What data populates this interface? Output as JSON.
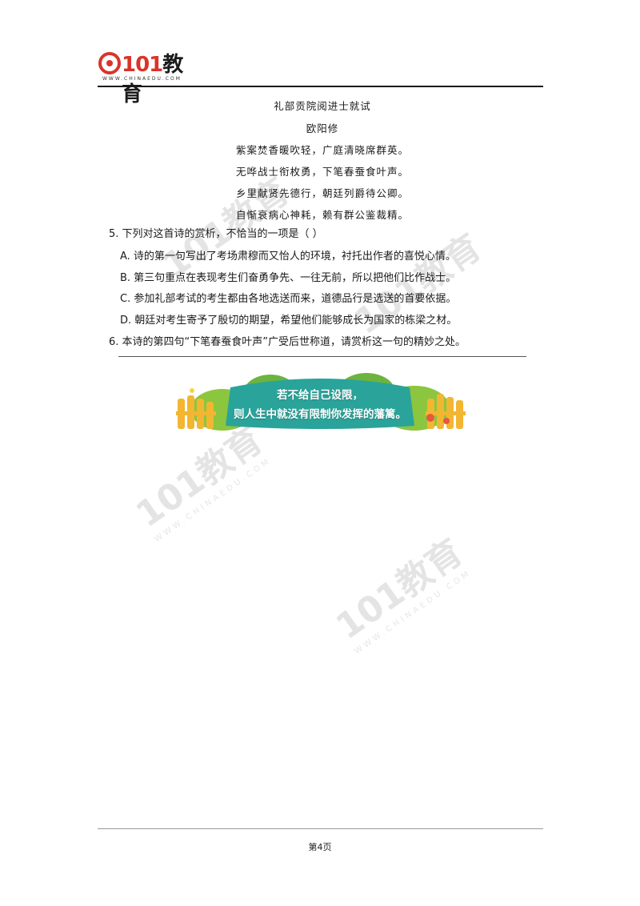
{
  "header": {
    "logo_number": "101",
    "logo_name": "教育",
    "logo_url": "WWW.CHINAEDU.COM"
  },
  "poem": {
    "title": "礼部贡院阅进士就试",
    "author": "欧阳修",
    "lines": [
      "紫案焚香暖吹轻，广庭清晓席群英。",
      "无哗战士衔枚勇，下笔春蚕食叶声。",
      "乡里献贤先德行，朝廷列爵待公卿。",
      "自惭衰病心神耗，赖有群公鉴裁精。"
    ]
  },
  "question5": {
    "text": "5. 下列对这首诗的赏析，不恰当的一项是（      ）",
    "options": [
      "A. 诗的第一句写出了考场肃穆而又怡人的环境，衬托出作者的喜悦心情。",
      "B. 第三句重点在表现考生们奋勇争先、一往无前，所以把他们比作战士。",
      "C. 参加礼部考试的考生都由各地选送而来，道德品行是选送的首要依据。",
      "D. 朝廷对考生寄予了殷切的期望，希望他们能够成长为国家的栋梁之材。"
    ]
  },
  "question6": {
    "text": "6. 本诗的第四句“下笔春蚕食叶声”广受后世称道，请赏析这一句的精妙之处。"
  },
  "banner": {
    "line1": "若不给自己设限，",
    "line2": "则人生中就没有限制你发挥的藩篱。"
  },
  "watermark": {
    "text": "101教育",
    "url": "WWW.CHINAEDU.COM"
  },
  "footer": {
    "page": "第4页"
  },
  "colors": {
    "brand_red": "#d9342b",
    "banner_teal": "#2aa39a",
    "banner_green": "#7cc04b",
    "fence_yellow": "#f2b632"
  }
}
